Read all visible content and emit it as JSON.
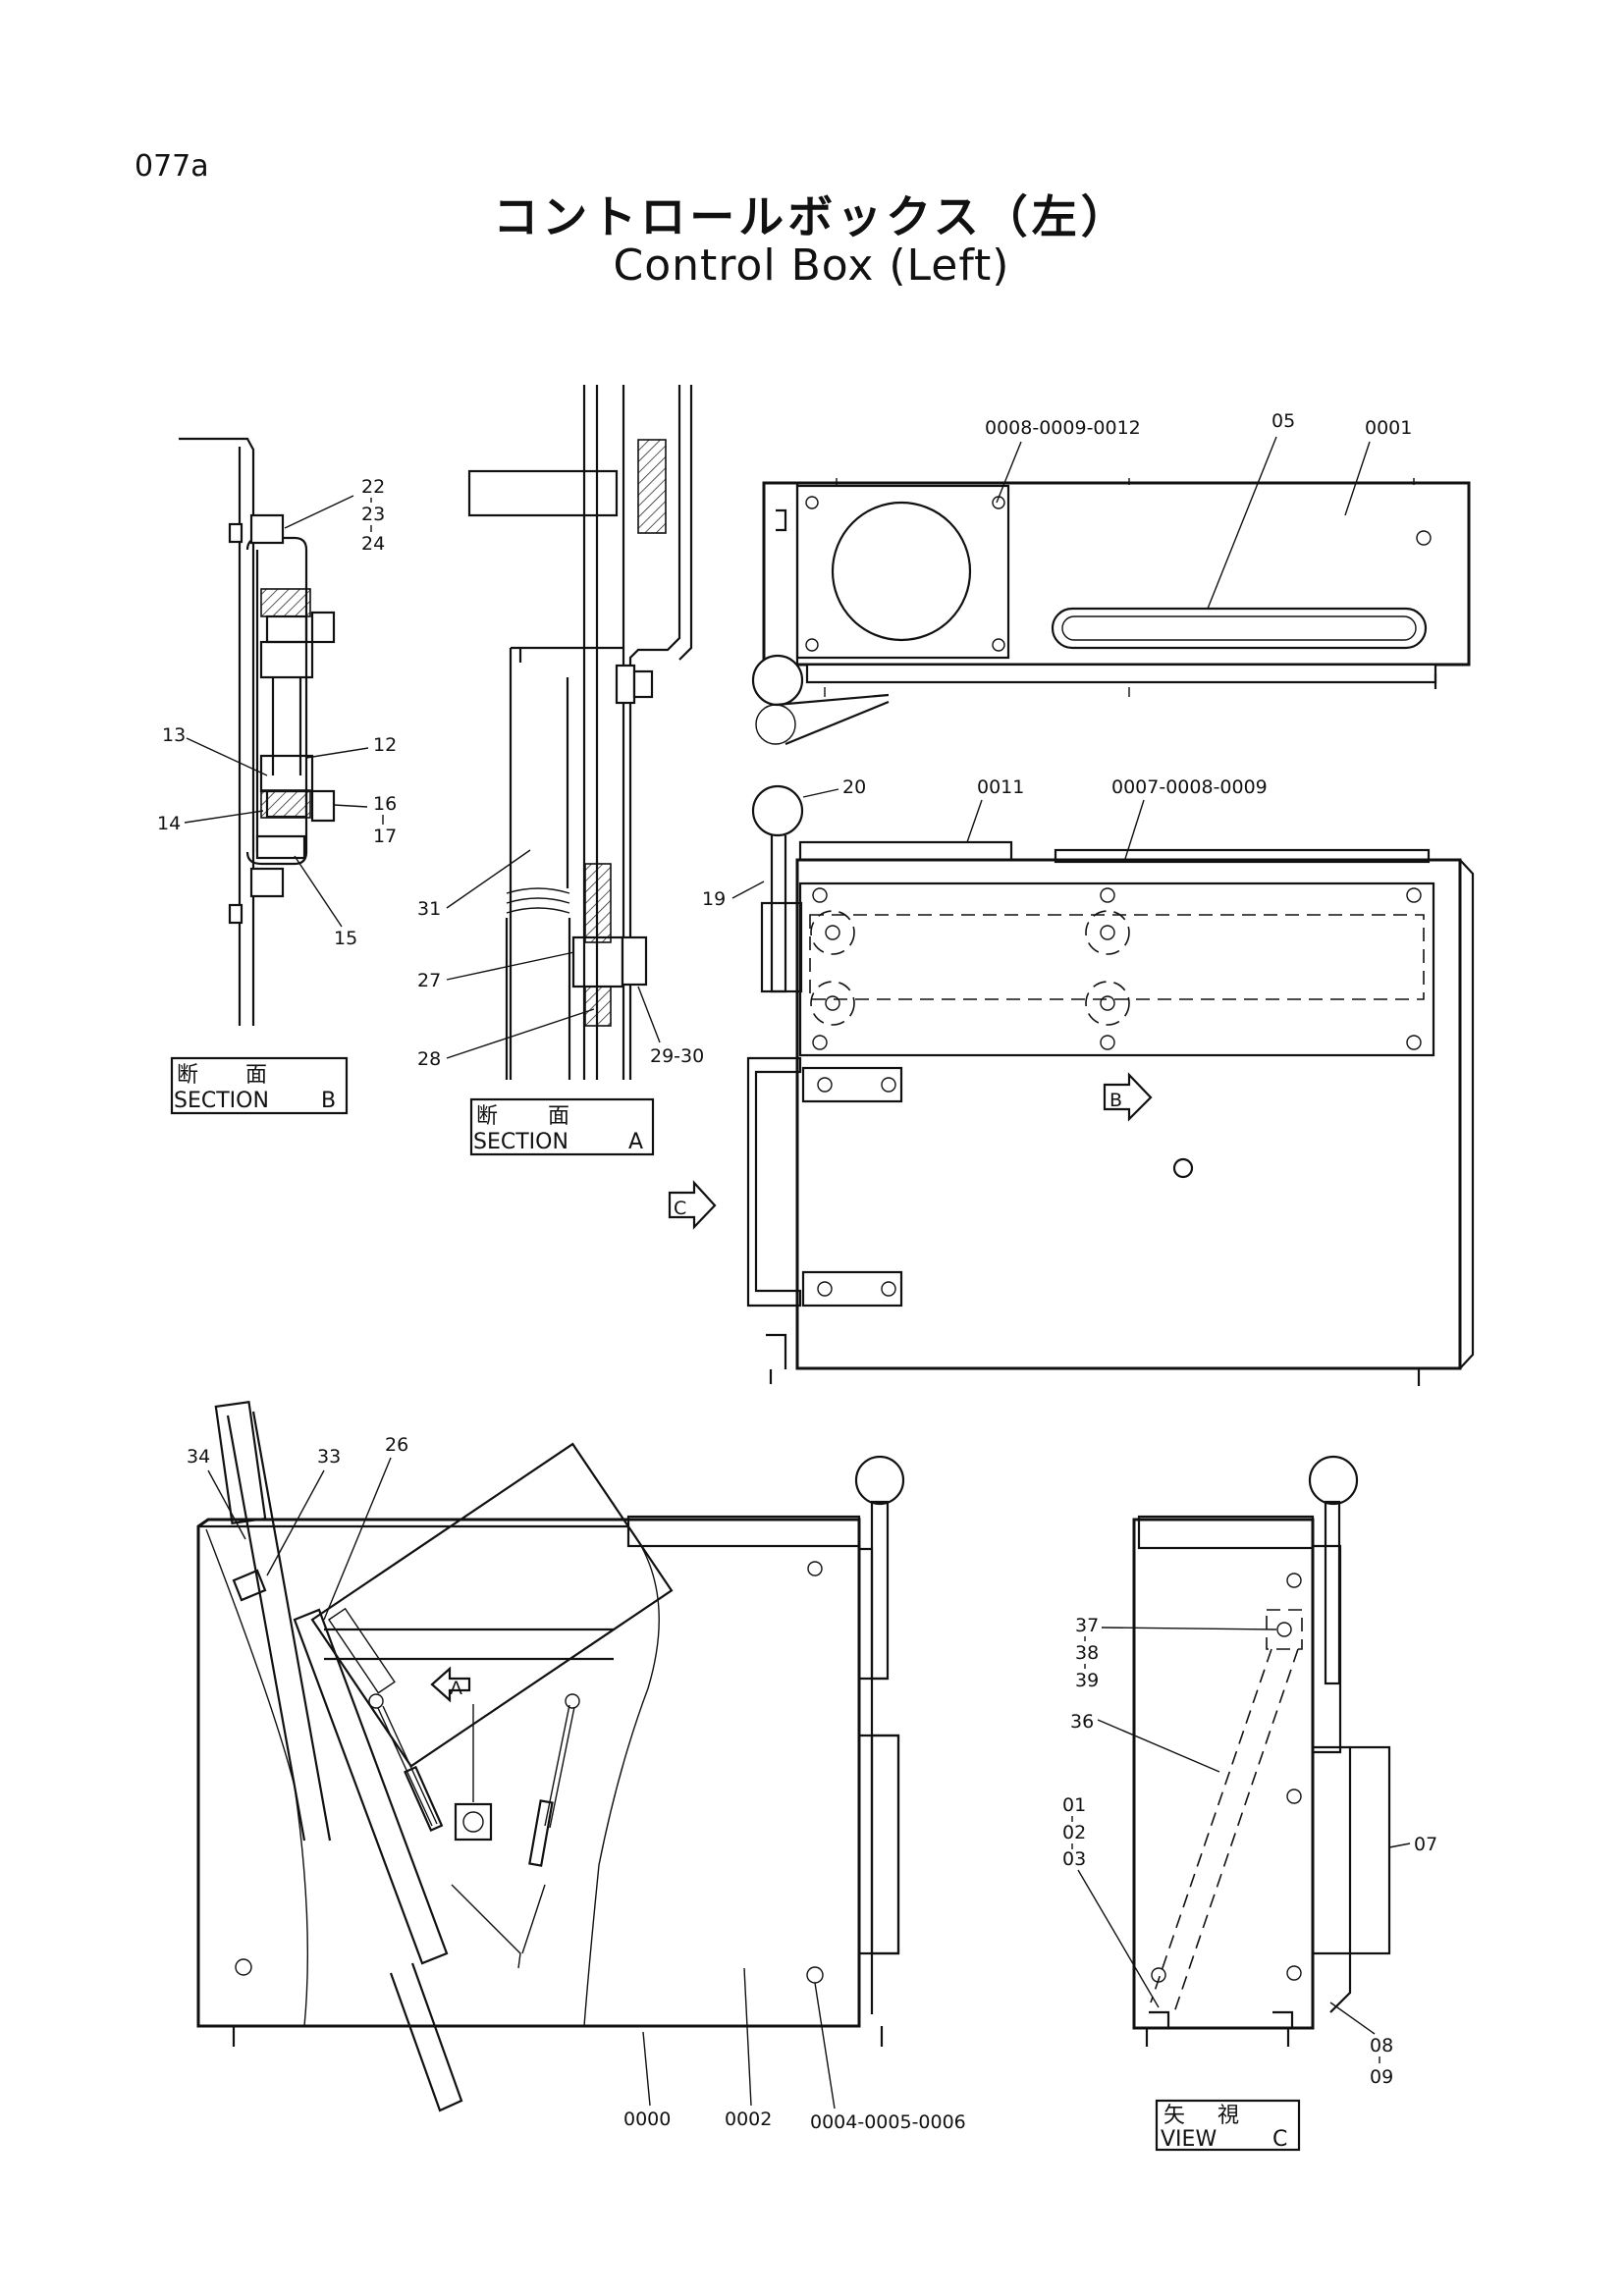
{
  "page_number": "077a",
  "title_jp": "コントロールボックス（左）",
  "title_en": "Control Box (Left)",
  "section_b": {
    "jp1": "断",
    "jp2": "面",
    "en": "SECTION",
    "letter": "B"
  },
  "section_a": {
    "jp1": "断",
    "jp2": "面",
    "en": "SECTION",
    "letter": "A"
  },
  "view_c": {
    "jp1": "矢",
    "jp2": "視",
    "en": "VIEW",
    "letter": "C"
  },
  "arrow_markers": {
    "b": "B",
    "c": "C",
    "a": "A"
  },
  "callouts": {
    "sec_b": {
      "p22": "22",
      "p23": "23",
      "p24": "24",
      "p13": "13",
      "p12": "12",
      "p14": "14",
      "p16": "16",
      "p17": "17",
      "p15": "15"
    },
    "sec_a": {
      "p31": "31",
      "p27": "27",
      "p28": "28",
      "p2930": "29-30"
    },
    "top": {
      "p0008": "0008-0009-0012",
      "p05": "05",
      "p0001": "0001"
    },
    "front": {
      "p20": "20",
      "p0011": "0011",
      "p0007": "0007-0008-0009",
      "p19": "19"
    },
    "side": {
      "p34": "34",
      "p33": "33",
      "p26": "26",
      "p0000": "0000",
      "p0002": "0002",
      "p0004": "0004-0005-0006"
    },
    "viewc": {
      "p37": "37",
      "p38": "38",
      "p39": "39",
      "p36": "36",
      "p01": "01",
      "p02": "02",
      "p03": "03",
      "p07": "07",
      "p08": "08",
      "p09": "09"
    }
  }
}
